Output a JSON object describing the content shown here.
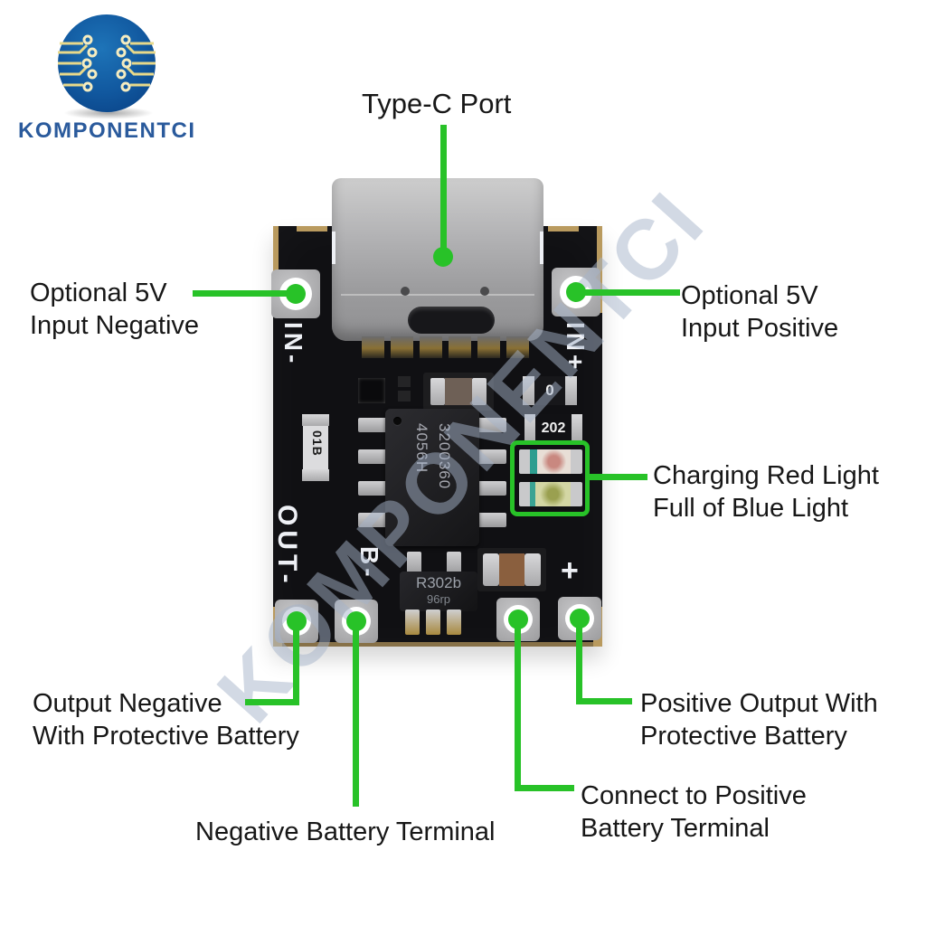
{
  "logo": {
    "brand": "KOMPONENTCI"
  },
  "watermark": {
    "text": "KOMPONENTCI"
  },
  "colors": {
    "annotation_green": "#28c228",
    "logo_blue": "#2a5a9c",
    "pcb_black": "#101013",
    "port_gray": "#a9a9ab",
    "label_text": "#171717"
  },
  "annotations": {
    "type_c_port": "Type-C Port",
    "input_negative": {
      "line1": "Optional 5V",
      "line2": "Input Negative"
    },
    "input_positive": {
      "line1": "Optional 5V",
      "line2": "Input Positive"
    },
    "leds": {
      "line1": "Charging Red Light",
      "line2": "Full of Blue Light"
    },
    "output_negative": {
      "line1": "Output Negative",
      "line2": "With Protective Battery"
    },
    "battery_negative": {
      "line1": "Negative Battery Terminal"
    },
    "battery_positive": {
      "line1": "Connect to Positive",
      "line2": "Battery Terminal"
    },
    "output_positive": {
      "line1": "Positive Output With",
      "line2": "Protective Battery"
    }
  },
  "board": {
    "silkscreen": {
      "in_minus": "IN-",
      "in_plus": "IN+",
      "out_minus": "OUT-",
      "b_minus": "B-",
      "plus": "+"
    },
    "chips": {
      "main_ic_part": "4056H",
      "main_ic_lot": "3200360",
      "protection_ic_line1": "R302b",
      "protection_ic_line2": "96rp"
    },
    "components": {
      "resistor_202": "202",
      "resistor_0": "0",
      "diode_01b": "01B"
    }
  }
}
